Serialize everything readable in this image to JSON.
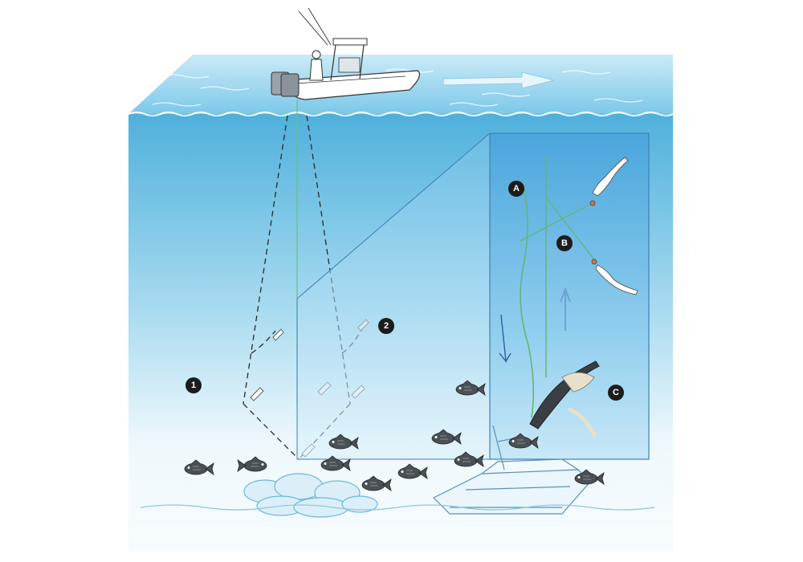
{
  "markers": {
    "one": "1",
    "two": "2",
    "a": "A",
    "b": "B",
    "c": "C"
  },
  "colors": {
    "water_deep": "#5fb9e0",
    "water_surface": "#9fd6ee",
    "bottom": "#f3fbfe",
    "line_dashed": "#2a2a2a",
    "line_green": "#66b57a",
    "inset_fill": "#6fbfe6",
    "inset_border": "#3f7fb5",
    "arrow": "#7fb4dc",
    "marker_bg": "#1c1c1c"
  },
  "icons": [
    "boat-icon",
    "fish-icon",
    "shipwreck-icon",
    "jig-lure-icon",
    "current-arrow-icon",
    "down-arrow-icon",
    "up-arrow-icon"
  ]
}
